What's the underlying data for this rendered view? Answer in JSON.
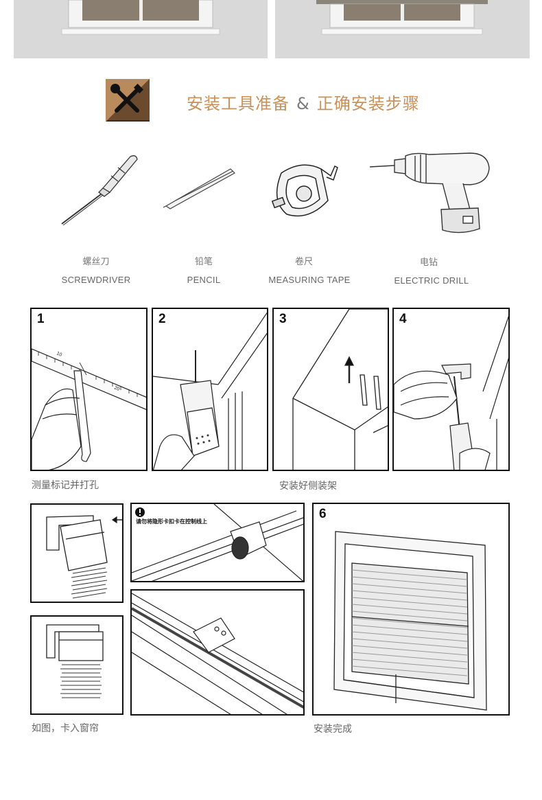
{
  "header": {
    "title_part1": "安装工具准备",
    "amp": "&",
    "title_part2": "正确安装步骤"
  },
  "tools": [
    {
      "cn": "螺丝刀",
      "en": "SCREWDRIVER",
      "icon": "screwdriver-icon"
    },
    {
      "cn": "铅笔",
      "en": "PENCIL",
      "icon": "pencil-icon"
    },
    {
      "cn": "卷尺",
      "en": "MEASURING TAPE",
      "icon": "measuring-tape-icon"
    },
    {
      "cn": "电钻",
      "en": "ELECTRIC DRILL",
      "icon": "electric-drill-icon"
    }
  ],
  "steps": {
    "s1": "1",
    "s2": "2",
    "s3": "3",
    "s4": "4",
    "s6": "6"
  },
  "captions": {
    "measure": "测量标记并打孔",
    "bracket": "安装好侧装架",
    "clip": "如图，卡入窗帘",
    "done": "安装完成"
  },
  "warning": "请勿将隐形卡扣卡在控制线上",
  "colors": {
    "accent": "#c8915a",
    "icon_bg_dark": "#6b4a2e",
    "icon_bg_light": "#b98a5c"
  }
}
